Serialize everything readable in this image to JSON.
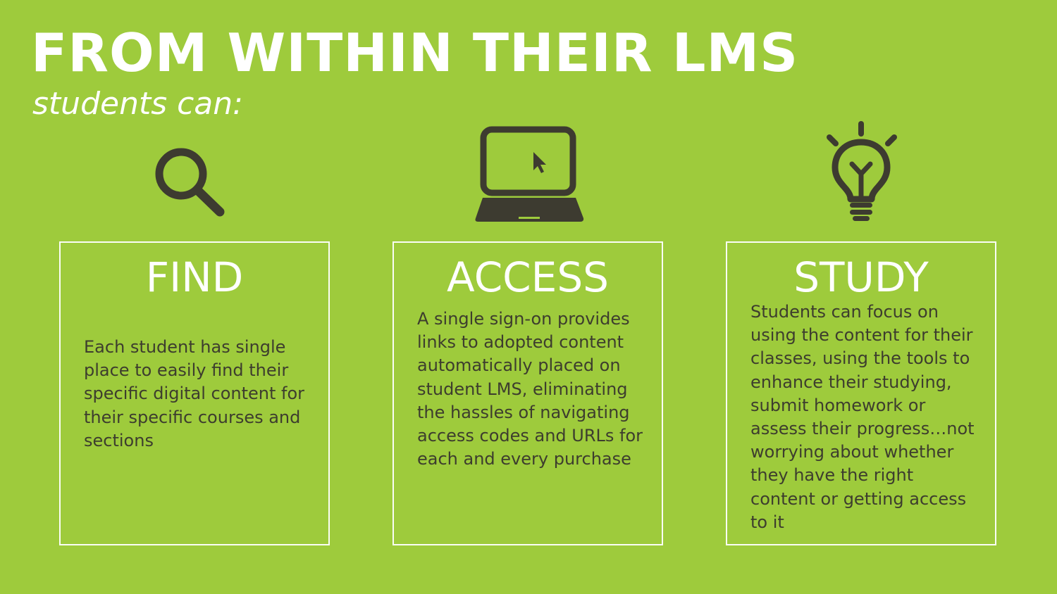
{
  "header": {
    "title": "FROM WITHIN THEIR LMS",
    "subtitle": "students can:"
  },
  "colors": {
    "background": "#9ecb3c",
    "icon": "#3d3b30",
    "heading_text": "#ffffff",
    "body_text": "#3d3d2e"
  },
  "cards": [
    {
      "icon": "magnifying-glass-icon",
      "title": "FIND",
      "body": "Each student has single place to easily find their specific digital content for their specific courses and sections"
    },
    {
      "icon": "laptop-icon",
      "title": "ACCESS",
      "body": "A single sign-on provides links to adopted content automatically placed on student LMS, eliminating the hassles of navigating access codes and URLs for each and every purchase"
    },
    {
      "icon": "lightbulb-icon",
      "title": "STUDY",
      "body": "Students can focus on using the content for their classes, using the tools to enhance their studying, submit homework or assess their progress…not worrying about whether they have the right content or getting access to it"
    }
  ]
}
